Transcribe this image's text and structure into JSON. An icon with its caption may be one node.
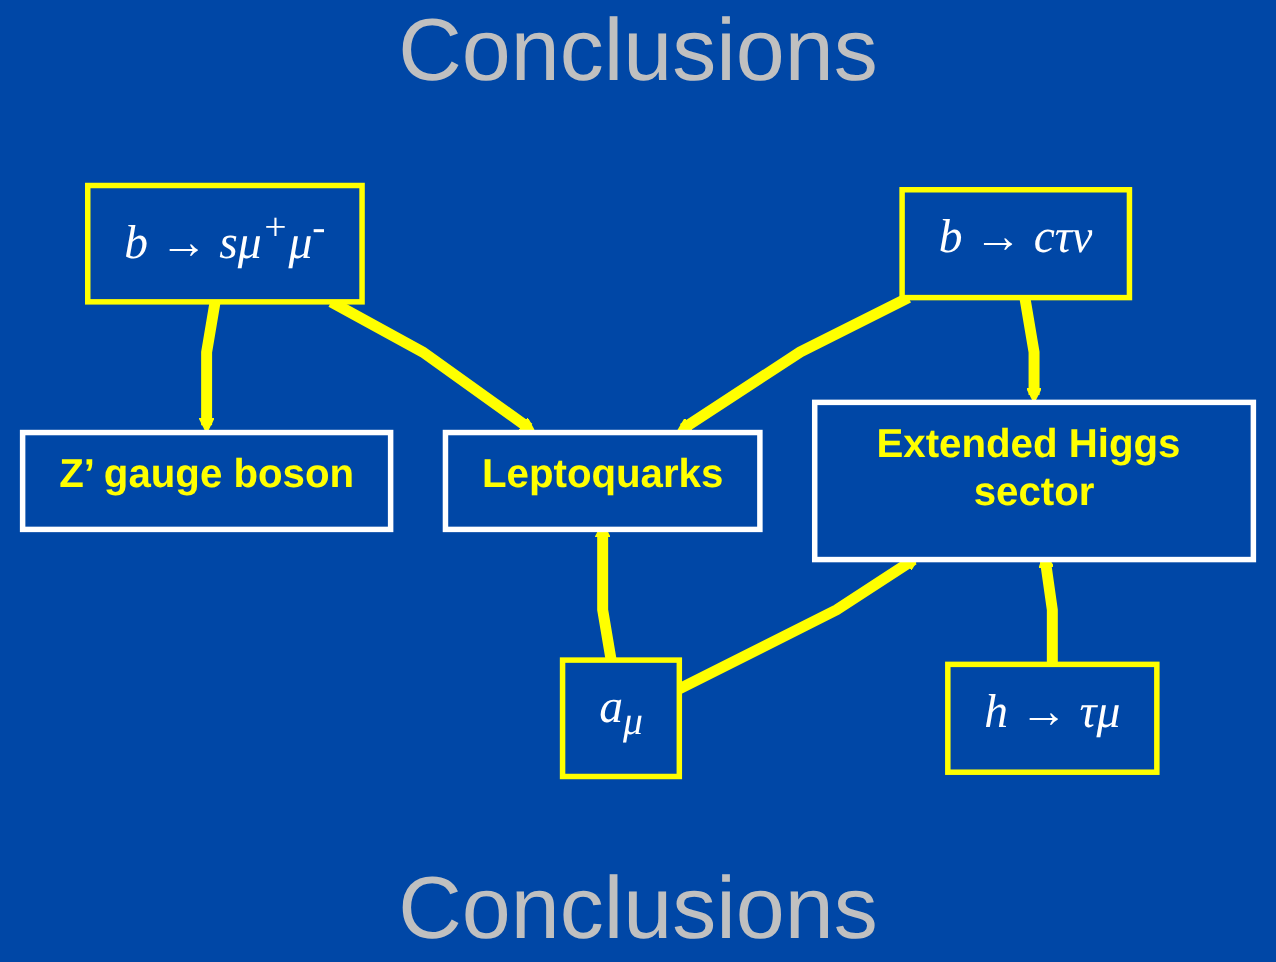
{
  "diagram": {
    "nodes": [
      {
        "text": [
          "b → sμ$^{+}$μ$^{-}$"
        ]
      },
      {
        "text": [
          "b → cτν"
        ]
      },
      {
        "text": [
          "Z’ gauge boson"
        ]
      },
      {
        "text": [
          "Leptoquarks"
        ]
      },
      {
        "text": [
          "Extended Higgs sector"
        ]
      },
      {
        "text": [
          "a$_{μ}$"
        ]
      },
      {
        "text": [
          "h → τμ"
        ]
      }
    ],
    "edges": [
      {
        "from": 0,
        "to": 2,
        "arrow": "to"
      },
      {
        "from": 0,
        "to": 3,
        "arrow": "to"
      },
      {
        "from": 1,
        "to": 3,
        "arrow": "to"
      },
      {
        "from": 1,
        "to": 4,
        "arrow": "to"
      },
      {
        "from": 5,
        "to": 3,
        "arrow": "to"
      },
      {
        "from": 5,
        "to": 4,
        "arrow": "to"
      },
      {
        "from": 6,
        "to": 4,
        "arrow": "to"
      }
    ],
    "labels": [
      "Conclusions",
      "Conclusions"
    ]
  }
}
